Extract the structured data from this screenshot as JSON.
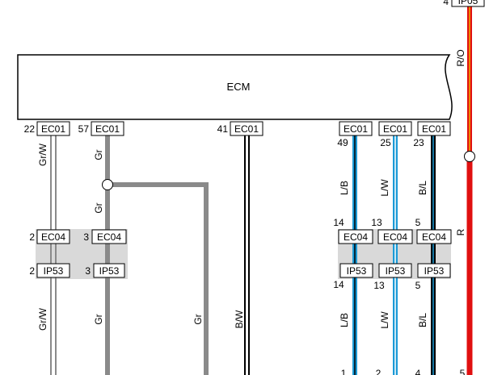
{
  "ecm": {
    "label": "ECM"
  },
  "colors": {
    "gray": "#8a8a8a",
    "black": "#000000",
    "blue": "#1b9ad6",
    "red": "#e01010",
    "orange_stripe": "#f0b000",
    "connector_band": "#d9d9d9"
  },
  "wires": [
    {
      "id": "gr-w",
      "color": "Gr/W",
      "labels": [
        "Gr/W",
        "Gr/W"
      ],
      "ec01": {
        "pin": "22",
        "name": "EC01"
      },
      "ec04": {
        "pin": "2",
        "name": "EC04"
      },
      "ip53": {
        "pin": "2",
        "name": "IP53"
      }
    },
    {
      "id": "gr",
      "color": "Gr",
      "labels": [
        "Gr",
        "Gr",
        "Gr"
      ],
      "ec01": {
        "pin": "57",
        "name": "EC01"
      },
      "ec04": {
        "pin": "3",
        "name": "EC04"
      },
      "ip53": {
        "pin": "3",
        "name": "IP53"
      }
    },
    {
      "id": "b-w",
      "color": "B/W",
      "labels": [
        "B/W"
      ],
      "ec01": {
        "pin": "41",
        "name": "EC01"
      }
    },
    {
      "id": "l-b",
      "color": "L/B",
      "labels": [
        "L/B",
        "L/B"
      ],
      "ec01": {
        "pin": "49",
        "name": "EC01"
      },
      "ec04": {
        "pin": "14",
        "name": "EC04"
      },
      "ip53": {
        "pin": "14",
        "name": "IP53"
      },
      "bottom_pin": "1"
    },
    {
      "id": "l-w",
      "color": "L/W",
      "labels": [
        "L/W",
        "L/W"
      ],
      "ec01": {
        "pin": "25",
        "name": "EC01"
      },
      "ec04": {
        "pin": "13",
        "name": "EC04"
      },
      "ip53": {
        "pin": "13",
        "name": "IP53"
      },
      "bottom_pin": "2"
    },
    {
      "id": "b-l",
      "color": "B/L",
      "labels": [
        "B/L",
        "B/L"
      ],
      "ec01": {
        "pin": "23",
        "name": "EC01"
      },
      "ec04": {
        "pin": "5",
        "name": "EC04"
      },
      "ip53": {
        "pin": "5",
        "name": "IP53"
      },
      "bottom_pin": "4"
    },
    {
      "id": "r",
      "color": "R/O",
      "labels": [
        "R/O",
        "R"
      ],
      "top_connector": {
        "pin": "4",
        "name": "IP05"
      },
      "bottom_pin": "5"
    }
  ]
}
